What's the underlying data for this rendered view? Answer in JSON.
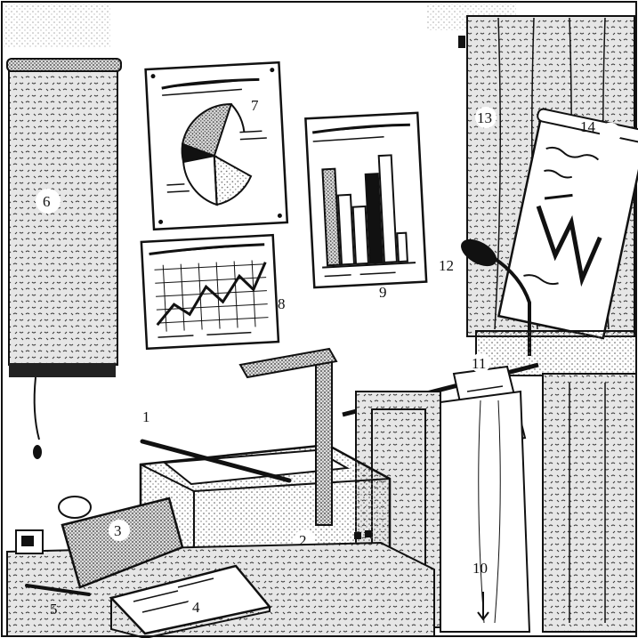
{
  "labels": {
    "l1": "1",
    "l2": "2",
    "l3": "3",
    "l4": "4",
    "l5": "5",
    "l6": "6",
    "l7": "7",
    "l8": "8",
    "l9": "9",
    "l10": "10",
    "l11": "11",
    "l12": "12",
    "l13": "13",
    "l14": "14"
  },
  "colors": {
    "ink": "#111111",
    "paper": "#ffffff",
    "stipple": "#555555"
  }
}
